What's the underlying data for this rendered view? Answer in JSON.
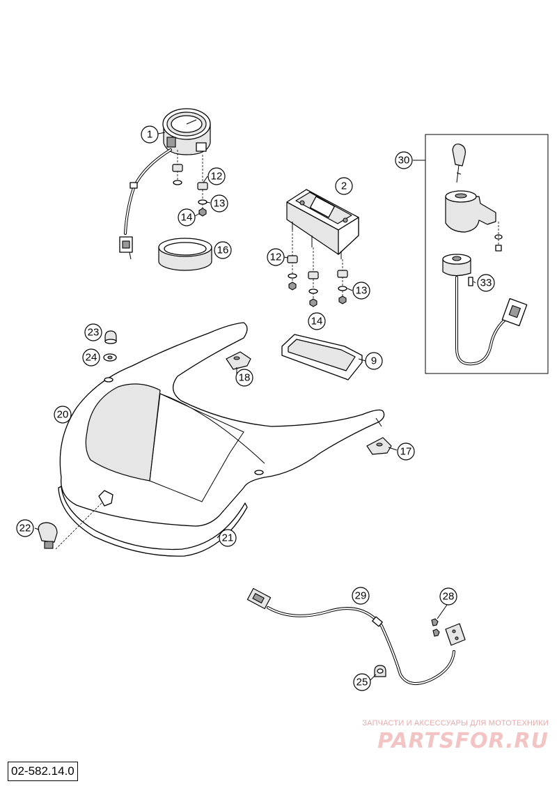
{
  "diagram": {
    "drawing_code": "02-582.14.0",
    "watermark": {
      "caption": "ЗАПЧАСТИ И АКСЕССУАРЫ ДЛЯ МОТОТЕХНИКИ",
      "logo_text": "PARTSFOR.RU",
      "color": "#f3c4c4"
    },
    "callouts": [
      "1",
      "2",
      "9",
      "12",
      "12",
      "13",
      "13",
      "14",
      "14",
      "16",
      "17",
      "18",
      "20",
      "21",
      "22",
      "23",
      "24",
      "25",
      "28",
      "29",
      "30",
      "33"
    ],
    "parts": [
      {
        "number": "1",
        "name": "tachometer"
      },
      {
        "number": "2",
        "name": "digital-speedometer"
      },
      {
        "number": "9",
        "name": "rubber-frame"
      },
      {
        "number": "12",
        "name": "rubber-grommet"
      },
      {
        "number": "13",
        "name": "washer"
      },
      {
        "number": "14",
        "name": "nut"
      },
      {
        "number": "16",
        "name": "rubber-ring"
      },
      {
        "number": "17",
        "name": "rubber-buffer"
      },
      {
        "number": "18",
        "name": "rubber-buffer"
      },
      {
        "number": "20",
        "name": "headlight-mask"
      },
      {
        "number": "21",
        "name": "edge-trim"
      },
      {
        "number": "22",
        "name": "plug"
      },
      {
        "number": "23",
        "name": "cap-nut"
      },
      {
        "number": "24",
        "name": "washer"
      },
      {
        "number": "25",
        "name": "clip"
      },
      {
        "number": "28",
        "name": "screw"
      },
      {
        "number": "29",
        "name": "sensor-cable"
      },
      {
        "number": "30",
        "name": "ignition-lock-set"
      },
      {
        "number": "33",
        "name": "screw"
      }
    ]
  }
}
